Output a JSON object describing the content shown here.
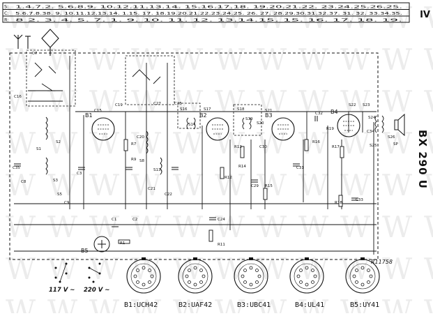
{
  "page_number": "IV",
  "model": "BX 290 U",
  "drawing_ref": "R11758",
  "header_rows": [
    {
      "label": "S:",
      "numbers": "1.4.7.2.  5.6.8.9.   10.12.11.13.14.   15.16.17.18.   19.20.21.22.   23.24.25.26.25."
    },
    {
      "label": "C:",
      "numbers": "5.6.7.8.38.   9.   10.11.12.13.14.   1.15.   17.   18.19.20.21.22.23.24.25.   26.   27.   28.29.30.31.32.37.   31.   32.   33.34.35."
    },
    {
      "label": "R:",
      "numbers": "8   2.   3.   4.   5.   7.   1.   9.   10.   11.   12.   13.14.15.   15.   16.   17.   18.   19."
    }
  ],
  "voltage_labels": [
    "117 V ~",
    "220 V ~"
  ],
  "tube_sockets": [
    {
      "ref": "B1",
      "tube": "UCH42"
    },
    {
      "ref": "B2",
      "tube": "UAF42"
    },
    {
      "ref": "B3",
      "tube": "UBC41"
    },
    {
      "ref": "B4",
      "tube": "UL41"
    },
    {
      "ref": "B5",
      "tube": "UY41"
    }
  ],
  "tube_labels": [
    "B1",
    "B2",
    "B3",
    "B4",
    "B5"
  ],
  "component_labels": [
    "C7",
    "C19",
    "C16",
    "C15",
    "C20",
    "C21",
    "C22",
    "C3",
    "C35",
    "C9",
    "C8",
    "C1",
    "C2",
    "C24",
    "C29",
    "C30",
    "C31",
    "C32",
    "C33",
    "C34",
    "C25",
    "C27",
    "S1",
    "S2",
    "S3",
    "S5",
    "S8",
    "S13",
    "S14",
    "S16",
    "S17",
    "S18",
    "S19",
    "S20",
    "S21",
    "S22",
    "S23",
    "S24",
    "S25",
    "S26",
    "R1",
    "R7",
    "R9",
    "R11",
    "R12",
    "R13",
    "R14",
    "R15",
    "R16",
    "R17",
    "R18",
    "R19",
    "SP"
  ]
}
